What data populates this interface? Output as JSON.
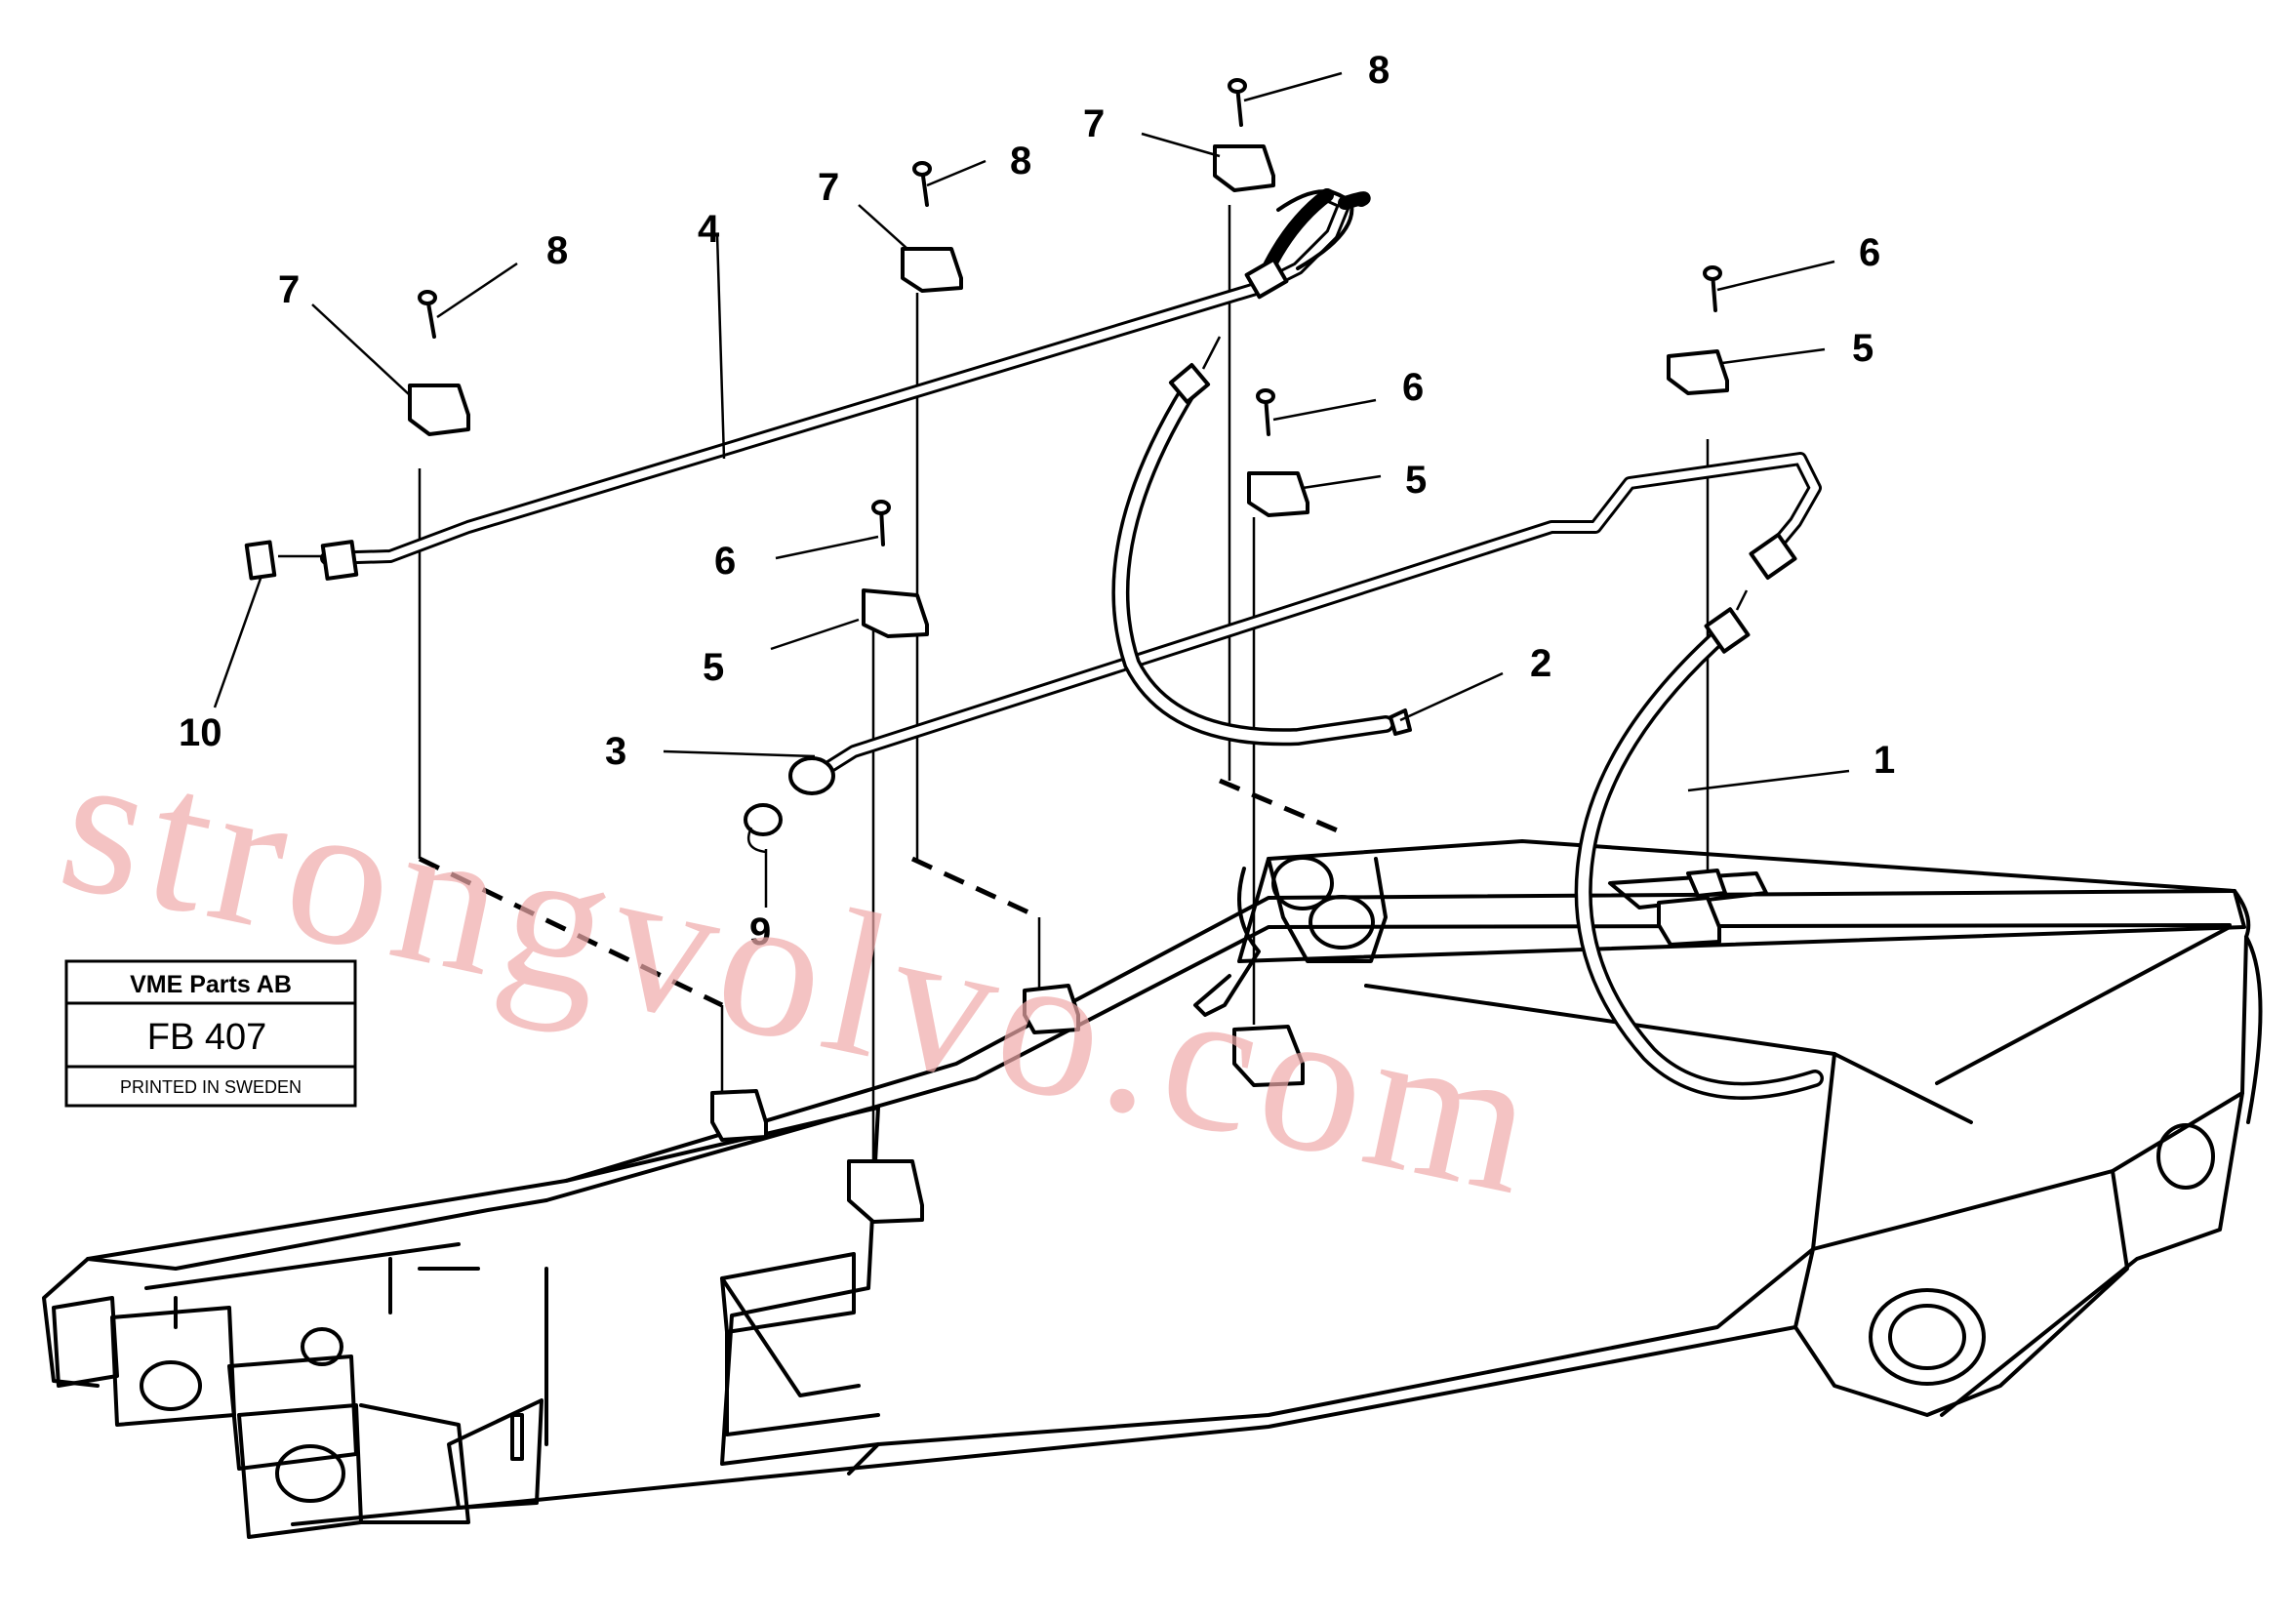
{
  "callouts": {
    "c1": "1",
    "c2": "2",
    "c3": "3",
    "c4": "4",
    "c5a": "5",
    "c5b": "5",
    "c5c": "5",
    "c6a": "6",
    "c6b": "6",
    "c6c": "6",
    "c7a": "7",
    "c7b": "7",
    "c7c": "7",
    "c8a": "8",
    "c8b": "8",
    "c8c": "8",
    "c9": "9",
    "c10": "10"
  },
  "info_box": {
    "company": "VME Parts AB",
    "code": "FB 407",
    "footer": "PRINTED IN SWEDEN"
  },
  "watermark": "strongvolvo.com"
}
